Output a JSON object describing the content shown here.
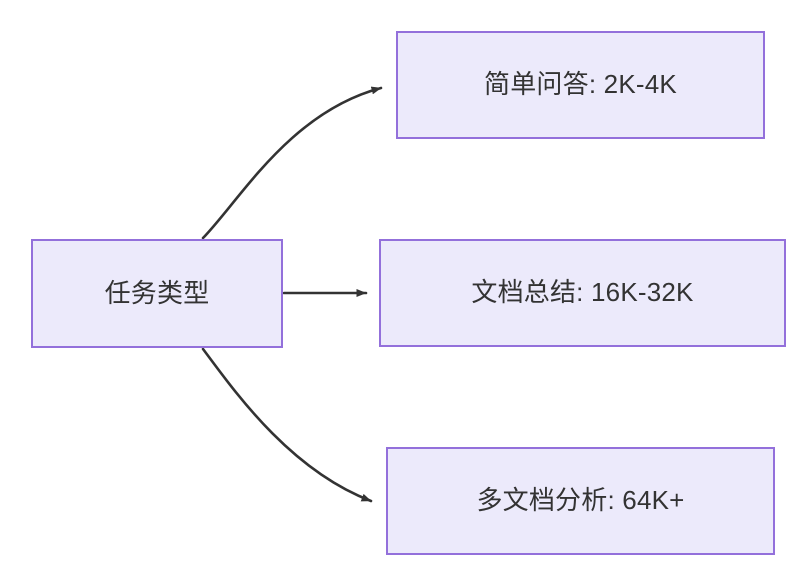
{
  "diagram": {
    "type": "flowchart",
    "direction": "left-to-right",
    "background_color": "#FFFFFF",
    "node_fill_color": "#ECEAFB",
    "node_border_color": "#9370DB",
    "text_color": "#333333",
    "edge_color": "#333333",
    "nodes": [
      {
        "id": "source",
        "label": "任务类型",
        "role": "root"
      },
      {
        "id": "t1",
        "label": "简单问答: 2K-4K",
        "role": "leaf"
      },
      {
        "id": "t2",
        "label": "文档总结: 16K-32K",
        "role": "leaf"
      },
      {
        "id": "t3",
        "label": "多文档分析: 64K+",
        "role": "leaf"
      }
    ],
    "edges": [
      {
        "id": "edge-source-t1",
        "from": "source",
        "to": "t1",
        "style": "curved",
        "arrowhead": "solid-triangle"
      },
      {
        "id": "edge-source-t2",
        "from": "source",
        "to": "t2",
        "style": "straight",
        "arrowhead": "solid-triangle"
      },
      {
        "id": "edge-source-t3",
        "from": "source",
        "to": "t3",
        "style": "curved",
        "arrowhead": "solid-triangle"
      }
    ]
  }
}
